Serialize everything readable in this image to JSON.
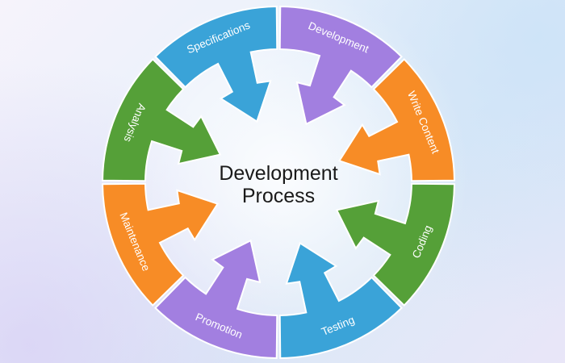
{
  "diagram": {
    "title_line1": "Development",
    "title_line2": "Process",
    "segments": [
      {
        "label": "Specifications",
        "color": "#3aa3d8",
        "icon": "arrow-icon"
      },
      {
        "label": "Development",
        "color": "#a27fe0",
        "icon": "arrow-icon"
      },
      {
        "label": "Write Content",
        "color": "#f78c26",
        "icon": "arrow-icon"
      },
      {
        "label": "Coding",
        "color": "#55a038",
        "icon": "arrow-icon"
      },
      {
        "label": "Testing",
        "color": "#3aa3d8",
        "icon": "arrow-icon"
      },
      {
        "label": "Promotion",
        "color": "#a27fe0",
        "icon": "arrow-icon"
      },
      {
        "label": "Maintenance",
        "color": "#f78c26",
        "icon": "arrow-icon"
      },
      {
        "label": "Analysis",
        "color": "#55a038",
        "icon": "arrow-icon"
      }
    ]
  }
}
